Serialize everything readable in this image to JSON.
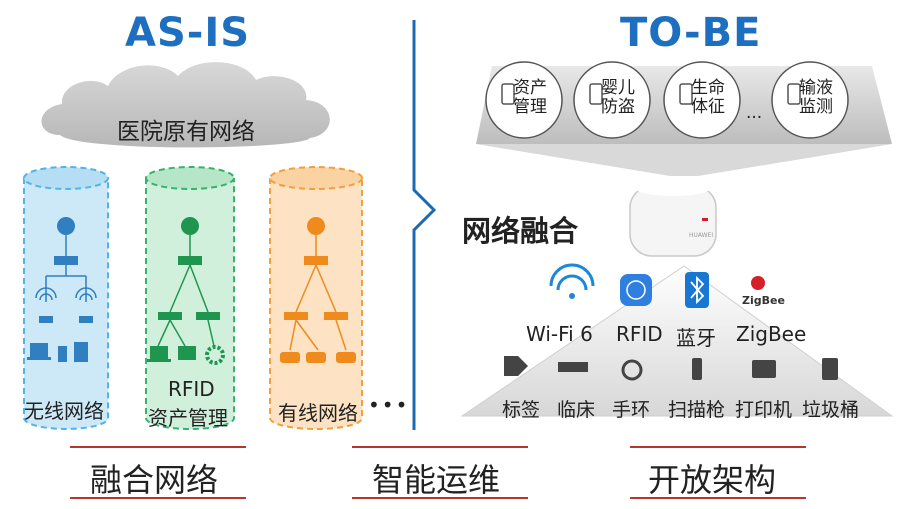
{
  "as_is": {
    "title": "AS-IS",
    "cloud_label": "医院原有网络",
    "columns": [
      {
        "label": "无线网络",
        "color": "#52b4e6"
      },
      {
        "label_line1": "RFID",
        "label_line2": "资产管理",
        "color": "#34b36b"
      },
      {
        "label": "有线网络",
        "color": "#f2a03c"
      }
    ],
    "more": "•••"
  },
  "to_be": {
    "title": "TO-BE",
    "apps": [
      {
        "line1": "资产",
        "line2": "管理"
      },
      {
        "line1": "婴儿",
        "line2": "防盗"
      },
      {
        "line1": "生命",
        "line2": "体征"
      },
      {
        "line1": "输液",
        "line2": "监测"
      }
    ],
    "apps_more": "...",
    "ap_brand": "HUAWEI",
    "fusion_label": "网络融合",
    "tech": [
      "Wi-Fi 6",
      "RFID",
      "蓝牙",
      "ZigBee"
    ],
    "zigbee_logo_text": "ZigBee",
    "devices": [
      "标签",
      "临床",
      "手环",
      "扫描枪",
      "打印机",
      "垃圾桶"
    ]
  },
  "captions": [
    "融合网络",
    "智能运维",
    "开放架构"
  ],
  "colors": {
    "title": "#1e6fbf",
    "divider": "#1d6ab3",
    "accent_line": "#b4362d"
  }
}
